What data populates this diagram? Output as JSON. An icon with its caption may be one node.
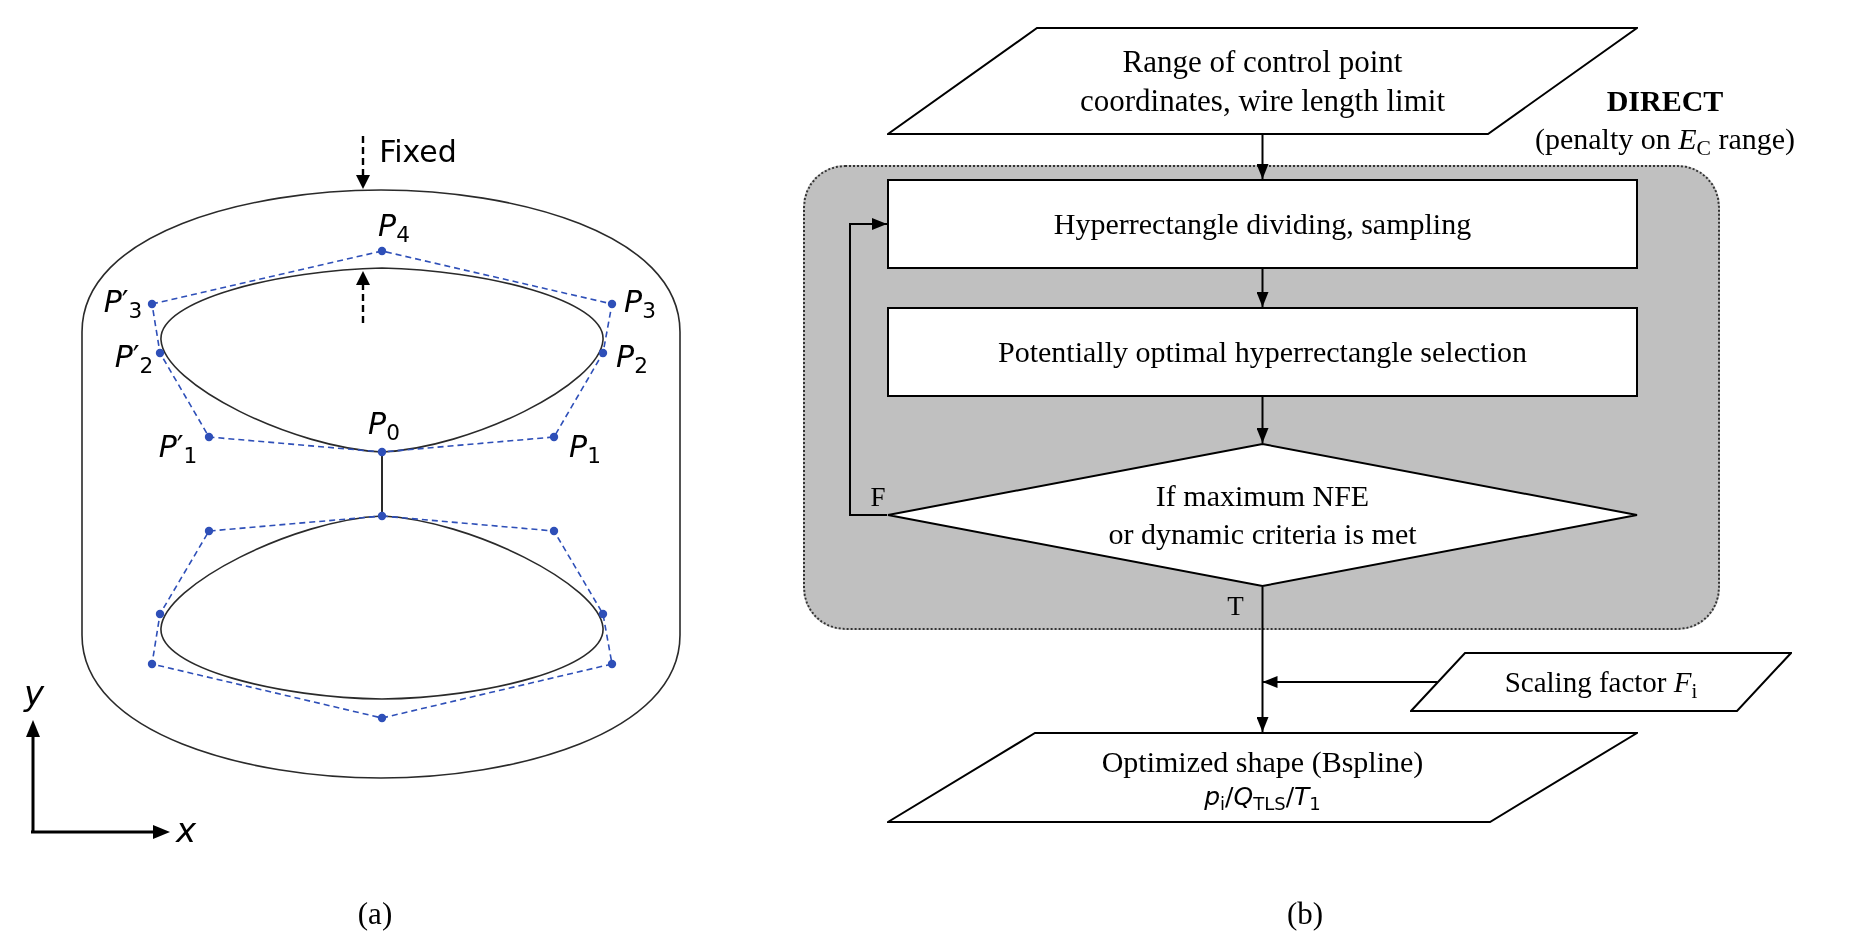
{
  "diagram": {
    "nodes": [
      {
        "text": [
          "Range of control point coordinates, wire length limit"
        ]
      },
      {
        "text": [
          "DIRECT",
          "(penalty on *E*$_{C}$ range)"
        ]
      },
      {
        "text": [
          "Hyperrectangle dividing, sampling"
        ],
        "in": 1
      },
      {
        "text": [
          "Potentially optimal hyperrectangle selection"
        ],
        "in": 1
      },
      {
        "text": [
          "If maximum NFE or dynamic criteria is met"
        ],
        "in": 1
      },
      {
        "text": [
          "Scaling factor *F*$_{i}$"
        ]
      },
      {
        "text": [
          "Optimized shape (Bspline)",
          "*p*$_{i}$/*Q*$_{TLS}$/*T*$_{1}$"
        ]
      }
    ],
    "edges": [
      {
        "from": 0,
        "to": 2,
        "arrow": "to"
      },
      {
        "from": 2,
        "to": 3,
        "arrow": "to"
      },
      {
        "from": 3,
        "to": 4,
        "arrow": "to"
      },
      {
        "from": 4,
        "to": 2,
        "arrow": "to",
        "label": "F"
      },
      {
        "from": 4,
        "to": 6,
        "arrow": "to",
        "label": "T"
      },
      {
        "from": 5,
        "to": 6,
        "arrow": "to"
      }
    ],
    "labels": [
      "Fixed",
      "*P*$_{4}$",
      "*P*′$_{3}$",
      "*P*$_{3}$",
      "*P*′$_{2}$",
      "*P*$_{2}$",
      "*P*$_{0}$",
      "*P*′$_{1}$",
      "*P*$_{1}$",
      "y",
      "x",
      "(a)",
      "(b)"
    ]
  }
}
